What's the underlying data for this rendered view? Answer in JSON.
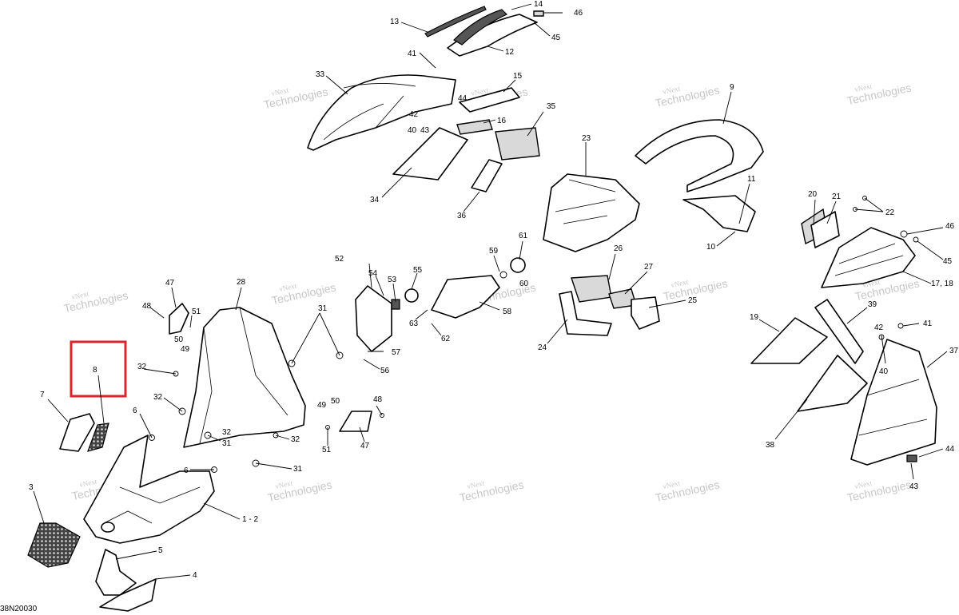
{
  "document": {
    "code": "38N20030"
  },
  "watermark": {
    "line1": "vNext",
    "line2": "Technologies"
  },
  "callouts": {
    "c1_2": "1 - 2",
    "c3": "3",
    "c4": "4",
    "c5": "5",
    "c6": "6",
    "c7": "7",
    "c8": "8",
    "c9": "9",
    "c10": "10",
    "c11": "11",
    "c12": "12",
    "c13": "13",
    "c14": "14",
    "c15": "15",
    "c16": "16",
    "c17_18": "17, 18",
    "c19": "19",
    "c20": "20",
    "c21": "21",
    "c22": "22",
    "c23": "23",
    "c24": "24",
    "c25": "25",
    "c26": "26",
    "c27": "27",
    "c28": "28",
    "c31": "31",
    "c32": "32",
    "c33": "33",
    "c34": "34",
    "c35": "35",
    "c36": "36",
    "c37": "37",
    "c38": "38",
    "c39": "39",
    "c40": "40",
    "c41": "41",
    "c42": "42",
    "c43": "43",
    "c44": "44",
    "c45": "45",
    "c46": "46",
    "c47": "47",
    "c48": "48",
    "c49": "49",
    "c50": "50",
    "c51": "51",
    "c52": "52",
    "c53": "53",
    "c54": "54",
    "c55": "55",
    "c56": "56",
    "c57": "57",
    "c58": "58",
    "c59": "59",
    "c60": "60",
    "c61": "61",
    "c62": "62",
    "c63": "63"
  },
  "highlight": {
    "label": "8",
    "color": "#d9262c"
  }
}
